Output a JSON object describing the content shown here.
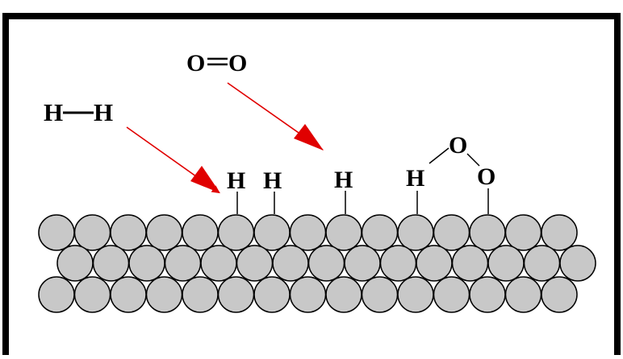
{
  "molecules": {
    "hydrogen": {
      "atom_left": "H",
      "atom_right": "H",
      "bond": "single"
    },
    "oxygen": {
      "atom_left": "O",
      "atom_right": "O",
      "bond": "double"
    }
  },
  "adsorbed": {
    "hydrogen_atoms": [
      "H",
      "H",
      "H"
    ],
    "hydroxyl": {
      "h": "H",
      "o_top": "O",
      "o_bottom": "O"
    }
  },
  "surface": {
    "layers": 3,
    "atoms_per_layer": [
      15,
      15,
      15
    ],
    "atom_fill": "#c8c8c8",
    "atom_stroke": "#000000"
  },
  "colors": {
    "arrow": "#e00000",
    "frame": "#000000",
    "text": "#000000"
  }
}
